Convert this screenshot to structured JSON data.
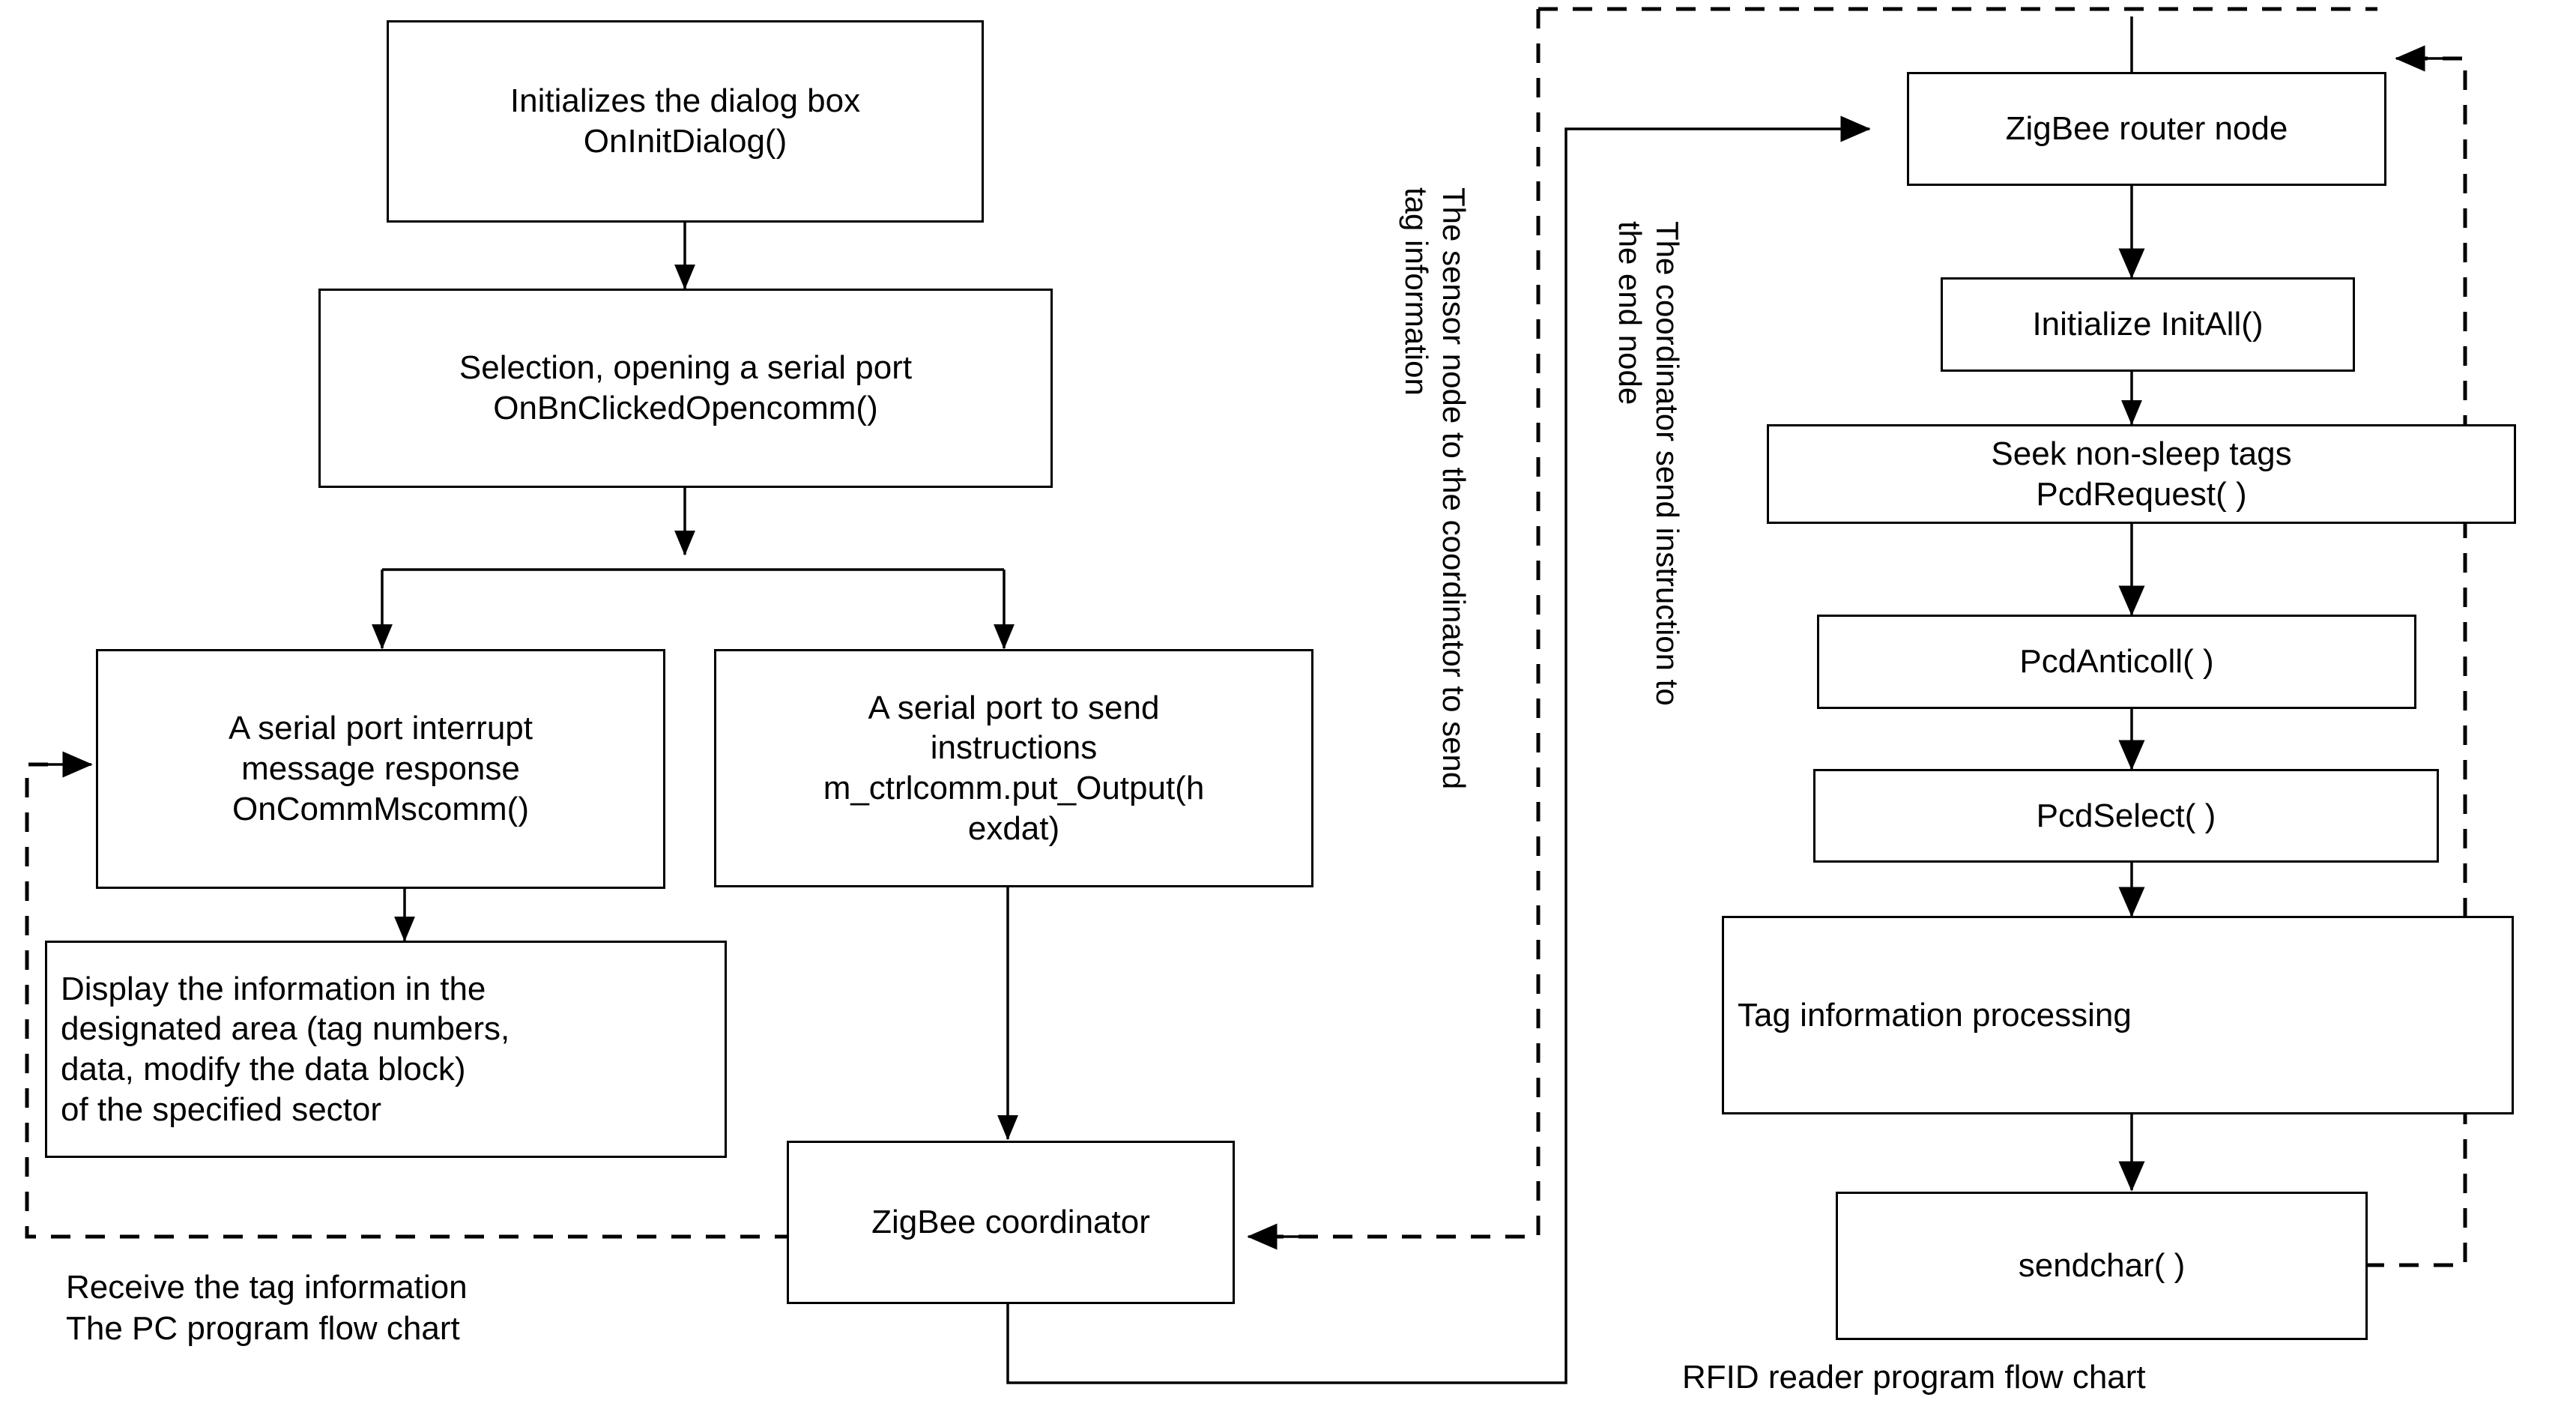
{
  "diagram": {
    "title_left": "Receive the tag information\nThe PC program flow chart",
    "title_right": "RFID reader program flow chart"
  },
  "left_flow": {
    "nodes": [
      {
        "id": "init-dialog",
        "label": "Initializes the dialog box\nOnInitDialog()"
      },
      {
        "id": "open-serial",
        "label": "Selection, opening a serial port\nOnBnClickedOpencomm()"
      },
      {
        "id": "serial-irq",
        "label": "A serial port interrupt\nmessage response\nOnCommMscomm()"
      },
      {
        "id": "serial-send",
        "label": "A serial port to send\ninstructions\nm_ctrlcomm.put_Output(h\nexdat)"
      },
      {
        "id": "display-info",
        "label": "Display the information in the\ndesignated area (tag numbers,\ndata, modify the  data block)\nof the specified sector"
      },
      {
        "id": "zigbee-coord",
        "label": "ZigBee coordinator"
      }
    ]
  },
  "right_flow": {
    "nodes": [
      {
        "id": "zigbee-router",
        "label": "ZigBee router node"
      },
      {
        "id": "initialize",
        "label": "Initialize InitAll()"
      },
      {
        "id": "seek-tags",
        "label": "Seek non-sleep tags\nPcdRequest( )"
      },
      {
        "id": "anticoll",
        "label": "PcdAnticoll( )"
      },
      {
        "id": "select",
        "label": "PcdSelect( )"
      },
      {
        "id": "tag-proc",
        "label": "Tag information processing"
      },
      {
        "id": "sendchar",
        "label": "sendchar( )"
      }
    ]
  },
  "vertical_labels": [
    {
      "id": "sensor-to-coordinator",
      "text": "The sensor node to the coordinator to send\ntag information"
    },
    {
      "id": "coordinator-to-endnode",
      "text": "The coordinator send instruction to\nthe end node"
    }
  ],
  "colors": {
    "stroke": "#000000",
    "background": "#ffffff",
    "text": "#000000"
  }
}
